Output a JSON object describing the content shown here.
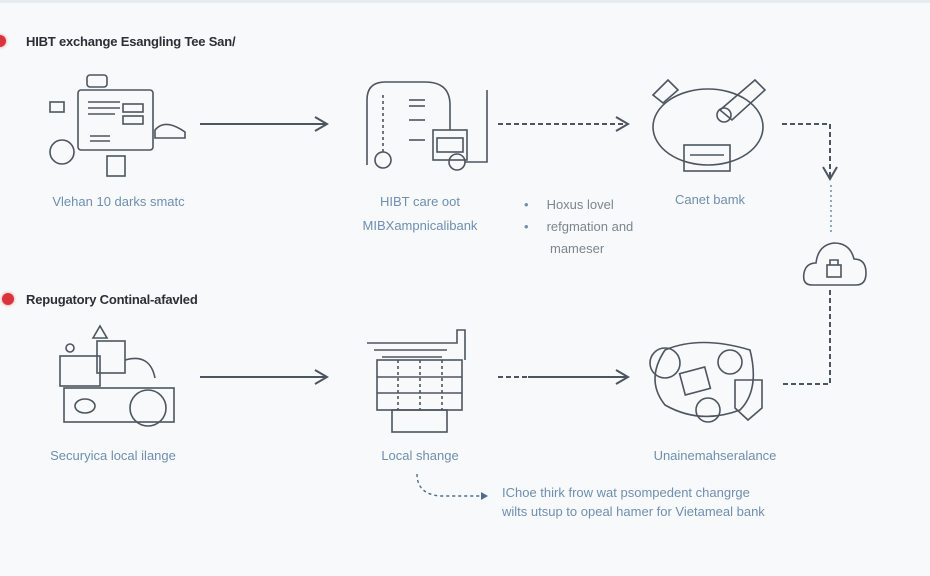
{
  "sections": [
    {
      "title": "HIBT exchange Esangling Tee San/",
      "marker_color": "#d9343d"
    },
    {
      "title": "Repugatory Continal-afavled",
      "marker_color": "#d9343d"
    }
  ],
  "row1": {
    "step1_label": "Vlehan 10 darks smatc",
    "step2_label_line1": "HIBT care oot",
    "step2_label_line2": "MIBXampnicalibank",
    "bullets": [
      "Hoxus lovel",
      "refgmation and",
      "mameser"
    ],
    "step3_label": "Canet bamk"
  },
  "row2": {
    "step1_label": "Securyica local ilange",
    "step2_label": "Local shange",
    "step3_label": "Unainemahseralance",
    "note_line1": "IChoe thirk frow wat psompedent changrge",
    "note_line2": "wilts utsup to opeal hamer for Vietameal bank"
  }
}
